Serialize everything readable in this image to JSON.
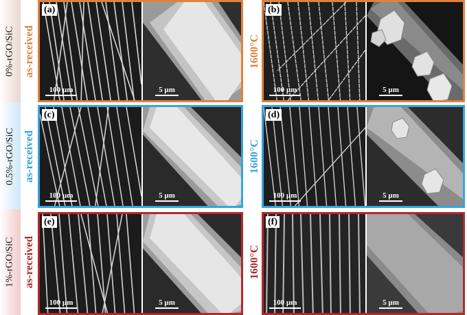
{
  "rows": [
    {
      "sample": "0%-rGO/SiC",
      "color": "#e0823c",
      "panels": [
        {
          "letter": "(a)",
          "condition": "as-received",
          "scale_left": "100 µm",
          "scale_right": "5 µm"
        },
        {
          "letter": "(b)",
          "condition": "1600°C",
          "scale_left": "100 µm",
          "scale_right": "5 µm"
        }
      ]
    },
    {
      "sample": "0.5%-rGO/SiC",
      "color": "#35a4e0",
      "panels": [
        {
          "letter": "(c)",
          "condition": "as-received",
          "scale_left": "100 µm",
          "scale_right": "5 µm"
        },
        {
          "letter": "(d)",
          "condition": "1600°C",
          "scale_left": "100 µm",
          "scale_right": "5 µm"
        }
      ]
    },
    {
      "sample": "1%-rGO/SiC",
      "color": "#b02a2a",
      "panels": [
        {
          "letter": "(e)",
          "condition": "as-received",
          "scale_left": "100 µm",
          "scale_right": "5 µm"
        },
        {
          "letter": "(f)",
          "condition": "1600°C",
          "scale_left": "100 µm",
          "scale_right": "5 µm"
        }
      ]
    }
  ]
}
